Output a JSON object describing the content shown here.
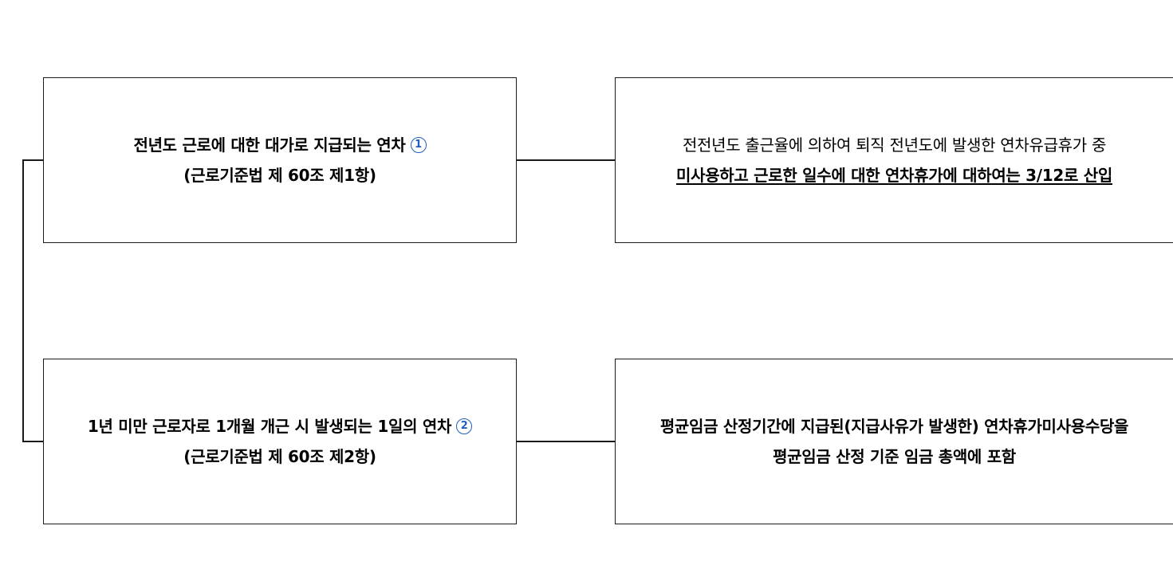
{
  "left_top": {
    "line1": "전년도 근로에 대한 대가로 지급되는 연차",
    "marker": "1",
    "line2": "(근로기준법 제 60조 제1항)"
  },
  "left_bottom": {
    "line1": "1년 미만 근로자로 1개월 개근 시 발생되는 1일의 연차",
    "marker": "2",
    "line2": "(근로기준법 제 60조 제2항)"
  },
  "right_top": {
    "line1": "전전년도 출근율에 의하여 퇴직 전년도에 발생한 연차유급휴가 중",
    "line2": "미사용하고 근로한 일수에 대한 연차휴가에 대하여는 3/12로 산입"
  },
  "right_bottom": {
    "line1": "평균임금 산정기간에 지급된(지급사유가 발생한) 연차휴가미사용수당을",
    "line2": "평균임금 산정 기준 임금 총액에 포함"
  },
  "colors": {
    "border": "#1a1a1a",
    "marker": "#1f5fbf"
  }
}
